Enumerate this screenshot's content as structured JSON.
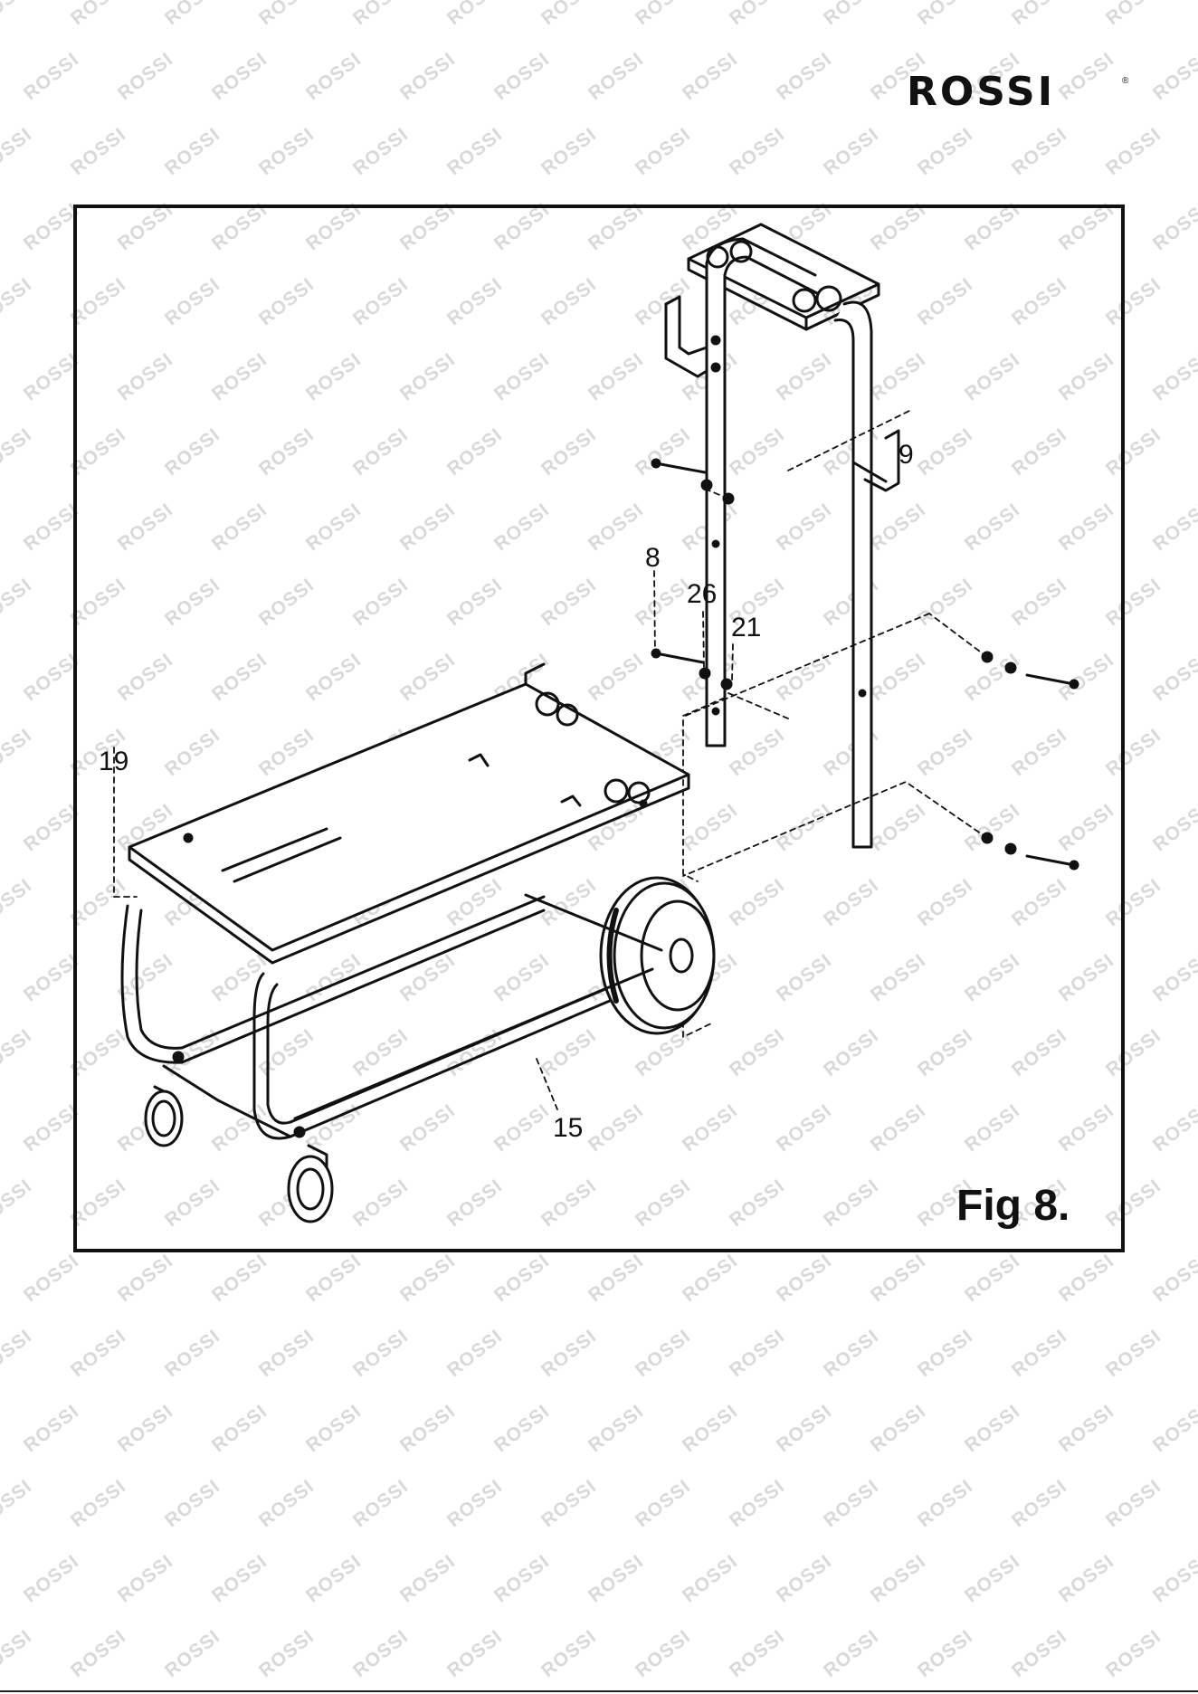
{
  "logo": {
    "text": "ROSSI",
    "registered": "®"
  },
  "watermark": {
    "text": "ROSSI"
  },
  "figure": {
    "label": "Fig 8."
  },
  "callouts": [
    {
      "id": "9",
      "label": "9"
    },
    {
      "id": "8",
      "label": "8"
    },
    {
      "id": "26",
      "label": "26"
    },
    {
      "id": "21",
      "label": "21"
    },
    {
      "id": "19",
      "label": "19"
    },
    {
      "id": "15",
      "label": "15"
    }
  ]
}
